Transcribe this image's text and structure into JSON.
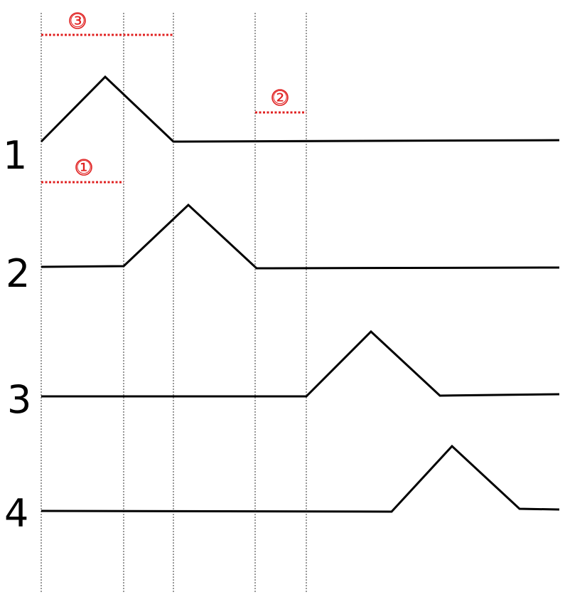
{
  "colors": {
    "wave": "#000000",
    "guide": "#333333",
    "annotation": "#e02020"
  },
  "rows": [
    {
      "label": "1"
    },
    {
      "label": "2"
    },
    {
      "label": "3"
    },
    {
      "label": "4"
    }
  ],
  "annotations": [
    {
      "label": "①",
      "spans": "phase-from-guide-1-to-guide-2"
    },
    {
      "label": "②",
      "spans": "phase-from-guide-4-to-guide-5"
    },
    {
      "label": "③",
      "spans": "phase-from-guide-1-to-guide-3"
    }
  ]
}
